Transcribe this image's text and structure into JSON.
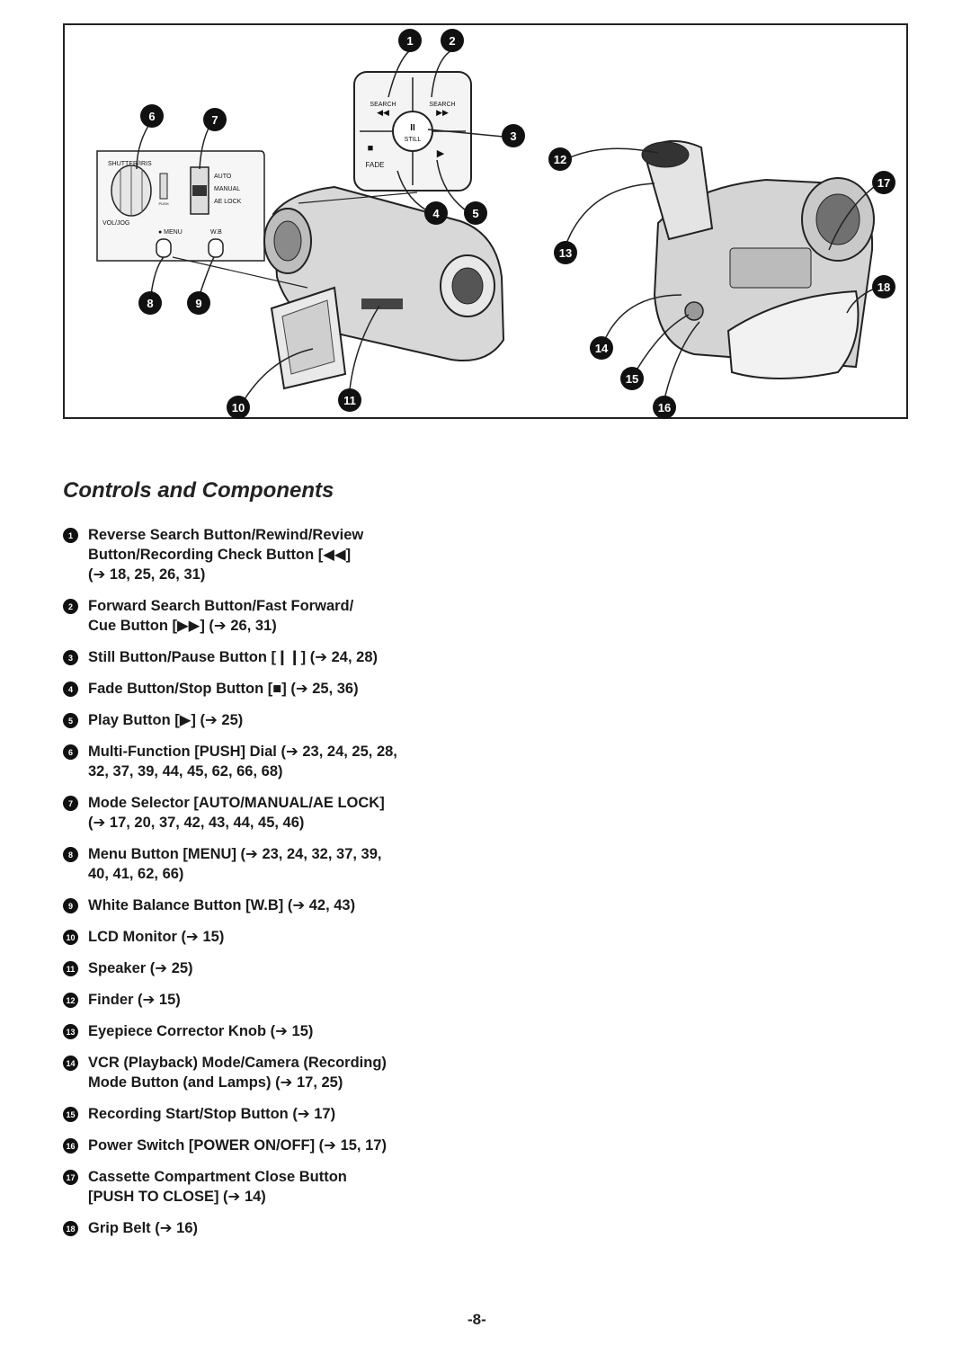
{
  "figure": {
    "button_labels": {
      "search_rev": "SEARCH",
      "search_fwd": "SEARCH",
      "rewind_symbol": "◀◀",
      "fforward_symbol": "▶▶",
      "pause_symbol": "II",
      "still": "STILL",
      "fade": "FADE",
      "play_symbol": "▶",
      "stop_symbol": "■"
    },
    "panel_labels": {
      "shutter_iris": "SHUTTER/IRIS",
      "vol_jog": "VOL/JOG",
      "push": "PUSH",
      "auto": "AUTO",
      "manual": "MANUAL",
      "ae_lock": "AE LOCK",
      "menu": "● MENU",
      "wb": "W.B"
    },
    "callouts": [
      "1",
      "2",
      "3",
      "4",
      "5",
      "6",
      "7",
      "8",
      "9",
      "10",
      "11",
      "12",
      "13",
      "14",
      "15",
      "16",
      "17",
      "18"
    ]
  },
  "section_title": "Controls and Components",
  "items": [
    {
      "num": "1",
      "text": "Reverse Search Button/Rewind/Review\nButton/Recording Check Button [◀◀]\n(➔ 18, 25, 26, 31)"
    },
    {
      "num": "2",
      "text": "Forward Search Button/Fast Forward/\nCue Button [▶▶] (➔ 26, 31)"
    },
    {
      "num": "3",
      "text": "Still Button/Pause Button [❙❙] (➔ 24, 28)"
    },
    {
      "num": "4",
      "text": "Fade Button/Stop Button [■] (➔ 25, 36)"
    },
    {
      "num": "5",
      "text": "Play Button [▶] (➔ 25)"
    },
    {
      "num": "6",
      "text": "Multi-Function [PUSH] Dial (➔ 23, 24, 25, 28,\n32, 37, 39, 44, 45, 62, 66, 68)"
    },
    {
      "num": "7",
      "text": "Mode Selector [AUTO/MANUAL/AE LOCK]\n(➔ 17, 20, 37, 42, 43, 44, 45, 46)"
    },
    {
      "num": "8",
      "text": "Menu Button [MENU] (➔ 23, 24, 32, 37, 39,\n40, 41, 62, 66)"
    },
    {
      "num": "9",
      "text": "White Balance Button [W.B] (➔ 42, 43)"
    },
    {
      "num": "10",
      "text": "LCD Monitor (➔ 15)"
    },
    {
      "num": "11",
      "text": "Speaker (➔ 25)"
    },
    {
      "num": "12",
      "text": "Finder (➔ 15)"
    },
    {
      "num": "13",
      "text": "Eyepiece Corrector Knob (➔ 15)"
    },
    {
      "num": "14",
      "text": "VCR (Playback) Mode/Camera (Recording)\nMode Button (and Lamps) (➔ 17, 25)"
    },
    {
      "num": "15",
      "text": "Recording Start/Stop Button (➔ 17)"
    },
    {
      "num": "16",
      "text": "Power Switch [POWER ON/OFF] (➔ 15, 17)"
    },
    {
      "num": "17",
      "text": "Cassette Compartment Close Button\n[PUSH TO CLOSE] (➔ 14)"
    },
    {
      "num": "18",
      "text": "Grip Belt (➔ 16)"
    }
  ],
  "page_number": "-8-"
}
